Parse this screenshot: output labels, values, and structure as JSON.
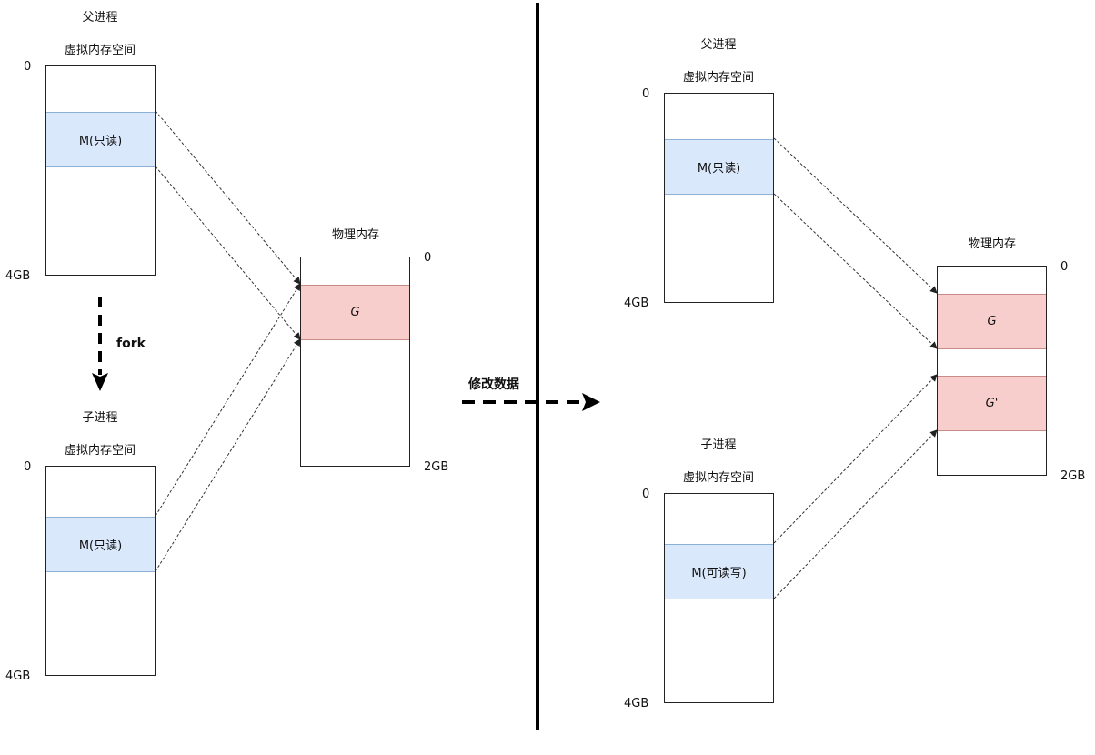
{
  "left": {
    "parent": {
      "title": "父进程",
      "space_label": "虚拟内存空间",
      "addr_top": "0",
      "addr_bottom": "4GB",
      "region": "M(只读)"
    },
    "fork_label": "fork",
    "child": {
      "title": "子进程",
      "space_label": "虚拟内存空间",
      "addr_top": "0",
      "addr_bottom": "4GB",
      "region": "M(只读)"
    },
    "physical": {
      "title": "物理内存",
      "addr_top": "0",
      "addr_bottom": "2GB",
      "region": "G"
    }
  },
  "transition_label": "修改数据",
  "right": {
    "parent": {
      "title": "父进程",
      "space_label": "虚拟内存空间",
      "addr_top": "0",
      "addr_bottom": "4GB",
      "region": "M(只读)"
    },
    "child": {
      "title": "子进程",
      "space_label": "虚拟内存空间",
      "addr_top": "0",
      "addr_bottom": "4GB",
      "region": "M(可读写)"
    },
    "physical": {
      "title": "物理内存",
      "addr_top": "0",
      "addr_bottom": "2GB",
      "region_1": "G",
      "region_2": "G'"
    }
  }
}
